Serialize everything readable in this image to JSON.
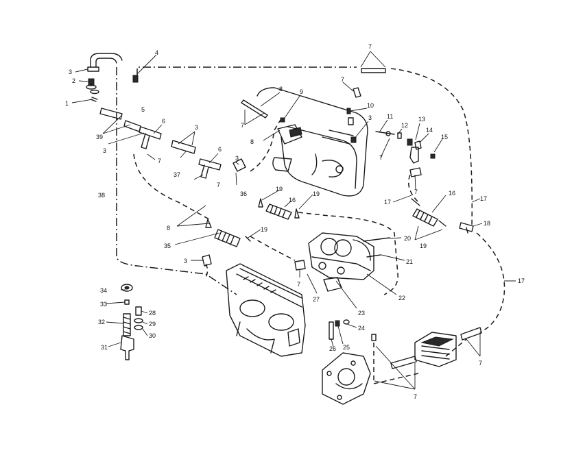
{
  "callouts": [
    {
      "id": "c1",
      "text": "1"
    },
    {
      "id": "c2",
      "text": "2"
    },
    {
      "id": "c3a",
      "text": "3"
    },
    {
      "id": "c4",
      "text": "4"
    },
    {
      "id": "c5",
      "text": "5"
    },
    {
      "id": "c6a",
      "text": "6"
    },
    {
      "id": "c3b",
      "text": "3"
    },
    {
      "id": "c6b",
      "text": "6"
    },
    {
      "id": "c3c",
      "text": "3"
    },
    {
      "id": "c7a",
      "text": "7"
    },
    {
      "id": "c8a",
      "text": "8"
    },
    {
      "id": "c9",
      "text": "9"
    },
    {
      "id": "c7b",
      "text": "7"
    },
    {
      "id": "c10",
      "text": "10"
    },
    {
      "id": "c3d",
      "text": "3"
    },
    {
      "id": "c11",
      "text": "11"
    },
    {
      "id": "c12",
      "text": "12"
    },
    {
      "id": "c13",
      "text": "13"
    },
    {
      "id": "c14",
      "text": "14"
    },
    {
      "id": "c15",
      "text": "15"
    },
    {
      "id": "c7c",
      "text": "7"
    },
    {
      "id": "c8b",
      "text": "8"
    },
    {
      "id": "c7d",
      "text": "7"
    },
    {
      "id": "c39",
      "text": "39"
    },
    {
      "id": "c3e",
      "text": "3"
    },
    {
      "id": "c7e",
      "text": "7"
    },
    {
      "id": "c37",
      "text": "37"
    },
    {
      "id": "c7f",
      "text": "7"
    },
    {
      "id": "c36",
      "text": "36"
    },
    {
      "id": "c38",
      "text": "38"
    },
    {
      "id": "c19a",
      "text": "19"
    },
    {
      "id": "c16a",
      "text": "16"
    },
    {
      "id": "c19b",
      "text": "19"
    },
    {
      "id": "c7g",
      "text": "7"
    },
    {
      "id": "c17a",
      "text": "17"
    },
    {
      "id": "c16b",
      "text": "16"
    },
    {
      "id": "c17b",
      "text": "17"
    },
    {
      "id": "c18",
      "text": "18"
    },
    {
      "id": "c8c",
      "text": "8"
    },
    {
      "id": "c19c",
      "text": "19"
    },
    {
      "id": "c19d",
      "text": "19"
    },
    {
      "id": "c35",
      "text": "35"
    },
    {
      "id": "c20",
      "text": "20"
    },
    {
      "id": "c21",
      "text": "21"
    },
    {
      "id": "c3f",
      "text": "3"
    },
    {
      "id": "c7h",
      "text": "7"
    },
    {
      "id": "c17c",
      "text": "17"
    },
    {
      "id": "c27",
      "text": "27"
    },
    {
      "id": "c22",
      "text": "22"
    },
    {
      "id": "c34",
      "text": "34"
    },
    {
      "id": "c33",
      "text": "33"
    },
    {
      "id": "c28",
      "text": "28"
    },
    {
      "id": "c32",
      "text": "32"
    },
    {
      "id": "c29",
      "text": "29"
    },
    {
      "id": "c30",
      "text": "30"
    },
    {
      "id": "c31",
      "text": "31"
    },
    {
      "id": "c23",
      "text": "23"
    },
    {
      "id": "c24",
      "text": "24"
    },
    {
      "id": "c25",
      "text": "25"
    },
    {
      "id": "c26",
      "text": "26"
    },
    {
      "id": "c7i",
      "text": "7"
    },
    {
      "id": "c7j",
      "text": "7"
    }
  ]
}
